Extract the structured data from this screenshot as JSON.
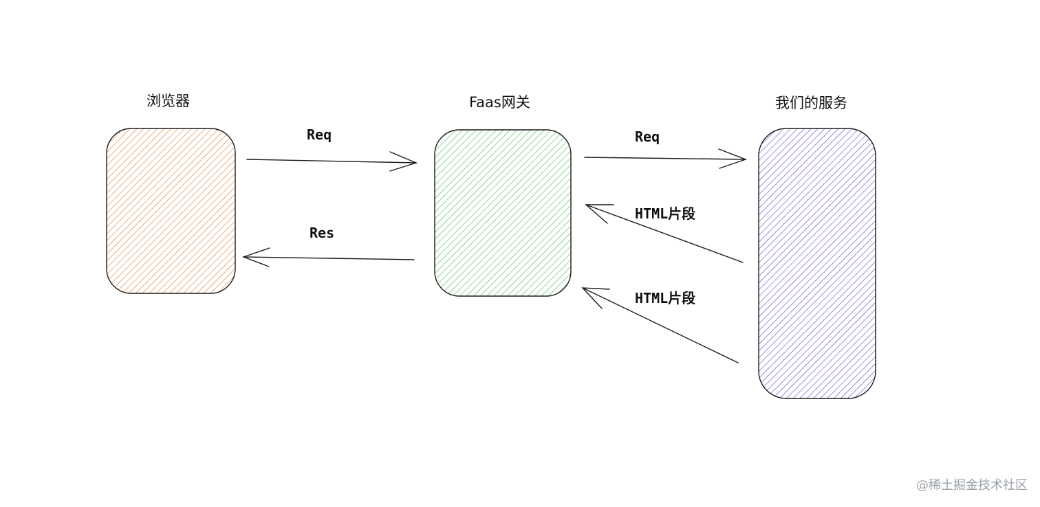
{
  "nodes": {
    "browser": {
      "label": "浏览器",
      "color": "#e8771e"
    },
    "gateway": {
      "label": "Faas网关",
      "color": "#3cba54"
    },
    "service": {
      "label": "我们的服务",
      "color": "#5b3fd6"
    }
  },
  "edges": {
    "browser_to_gateway": {
      "label": "Req"
    },
    "gateway_to_browser": {
      "label": "Res"
    },
    "gateway_to_service": {
      "label": "Req"
    },
    "service_to_gateway_1": {
      "label": "HTML片段"
    },
    "service_to_gateway_2": {
      "label": "HTML片段"
    }
  },
  "watermark": {
    "text": "@稀土掘金技术社区"
  }
}
